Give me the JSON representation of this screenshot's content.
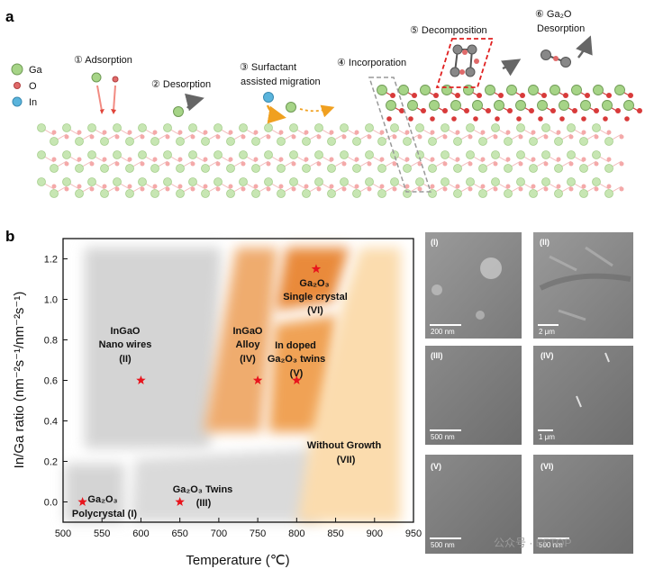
{
  "panel_a": {
    "label": "a",
    "legend": [
      {
        "name": "Ga",
        "color": "#a6d487"
      },
      {
        "name": "O",
        "color": "#e06a6a"
      },
      {
        "name": "In",
        "color": "#5ab4dc"
      }
    ],
    "steps": {
      "s1": "① Adsorption",
      "s2": "② Desorption",
      "s3_line1": "③ Surfactant",
      "s3_line2": "assisted migration",
      "s4": "④ Incorporation",
      "s5": "⑤ Decomposition",
      "s6_line1": "⑥ Ga₂O",
      "s6_line2": "Desorption"
    }
  },
  "panel_b": {
    "label": "b",
    "regions": {
      "r1_line1": "Ga₂O₃",
      "r1_line2": "Polycrystal (I)",
      "r2_line1": "InGaO",
      "r2_line2": "Nano wires",
      "r2_line3": "(II)",
      "r3_line1": "Ga₂O₃ Twins",
      "r3_line2": "(III)",
      "r4_line1": "InGaO",
      "r4_line2": "Alloy",
      "r4_line3": "(IV)",
      "r5_line1": "In doped",
      "r5_line2": "Ga₂O₃ twins",
      "r5_line3": "(V)",
      "r6_line1": "Ga₂O₃",
      "r6_line2": "Single crystal",
      "r6_line3": "(VI)",
      "r7_line1": "Without Growth",
      "r7_line2": "(VII)"
    },
    "sem": [
      {
        "label": "(I)",
        "scale": "200 nm"
      },
      {
        "label": "(II)",
        "scale": "2 μm"
      },
      {
        "label": "(III)",
        "scale": "500 nm"
      },
      {
        "label": "(IV)",
        "scale": "1 μm"
      },
      {
        "label": "(V)",
        "scale": "500 nm"
      },
      {
        "label": "(VI)",
        "scale": "500 nm"
      }
    ],
    "watermark": "公众号 · EFTOP"
  },
  "chart_data": {
    "type": "scatter",
    "xlabel": "Temperature (℃)",
    "ylabel": "In/Ga ratio (nm⁻²s⁻¹/nm⁻²s⁻¹)",
    "xlim": [
      500,
      950
    ],
    "ylim": [
      -0.1,
      1.3
    ],
    "xticks": [
      "500",
      "550",
      "600",
      "650",
      "700",
      "750",
      "800",
      "850",
      "900",
      "950"
    ],
    "yticks": [
      "0.0",
      "0.2",
      "0.4",
      "0.6",
      "0.8",
      "1.0",
      "1.2"
    ],
    "points": [
      {
        "x": 525,
        "y": 0.0
      },
      {
        "x": 600,
        "y": 0.6
      },
      {
        "x": 650,
        "y": 0.0
      },
      {
        "x": 750,
        "y": 0.6
      },
      {
        "x": 800,
        "y": 0.6
      },
      {
        "x": 825,
        "y": 1.15
      }
    ],
    "marker_color": "#e8141c"
  }
}
